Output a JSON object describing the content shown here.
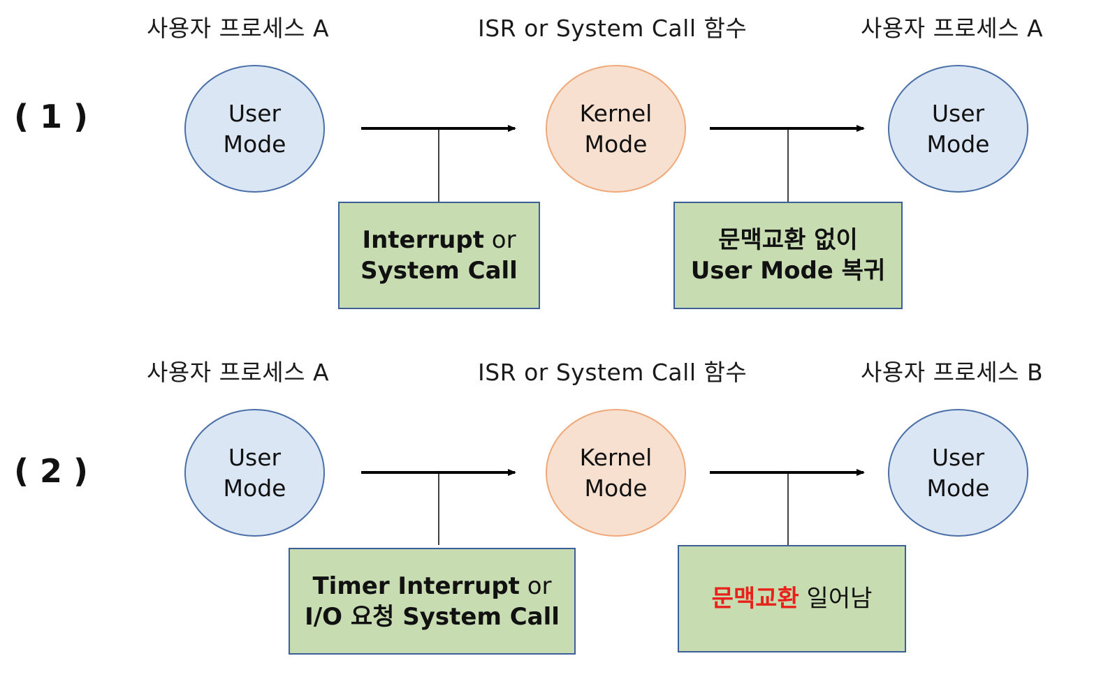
{
  "sections": [
    {
      "number": "( 1 )",
      "labels": {
        "left": "사용자 프로세스 A",
        "middle": "ISR or System Call 함수",
        "right": "사용자 프로세스 A"
      },
      "nodes": {
        "left": {
          "line1": "User",
          "line2": "Mode"
        },
        "middle": {
          "line1": "Kernel",
          "line2": "Mode"
        },
        "right": {
          "line1": "User",
          "line2": "Mode"
        }
      },
      "boxes": {
        "left": {
          "line1_bold": "Interrupt",
          "line1_rest": " or",
          "line2_bold": "System Call"
        },
        "right": {
          "line1_bold": "문맥교환 없이",
          "line2_bold": "User Mode 복귀"
        }
      }
    },
    {
      "number": "( 2 )",
      "labels": {
        "left": "사용자 프로세스 A",
        "middle": "ISR or System Call 함수",
        "right": "사용자 프로세스 B"
      },
      "nodes": {
        "left": {
          "line1": "User",
          "line2": "Mode"
        },
        "middle": {
          "line1": "Kernel",
          "line2": "Mode"
        },
        "right": {
          "line1": "User",
          "line2": "Mode"
        }
      },
      "boxes": {
        "left": {
          "line1_bold": "Timer Interrupt",
          "line1_rest": " or",
          "line2_bold": "I/O 요청 System Call"
        },
        "right": {
          "highlight": "문맥교환",
          "rest": " 일어남"
        }
      }
    }
  ],
  "colors": {
    "user_mode_fill": "#dae6f3",
    "kernel_mode_fill": "#f8e0d1",
    "box_fill": "#c8dcb2",
    "highlight_red": "#e8221a"
  }
}
